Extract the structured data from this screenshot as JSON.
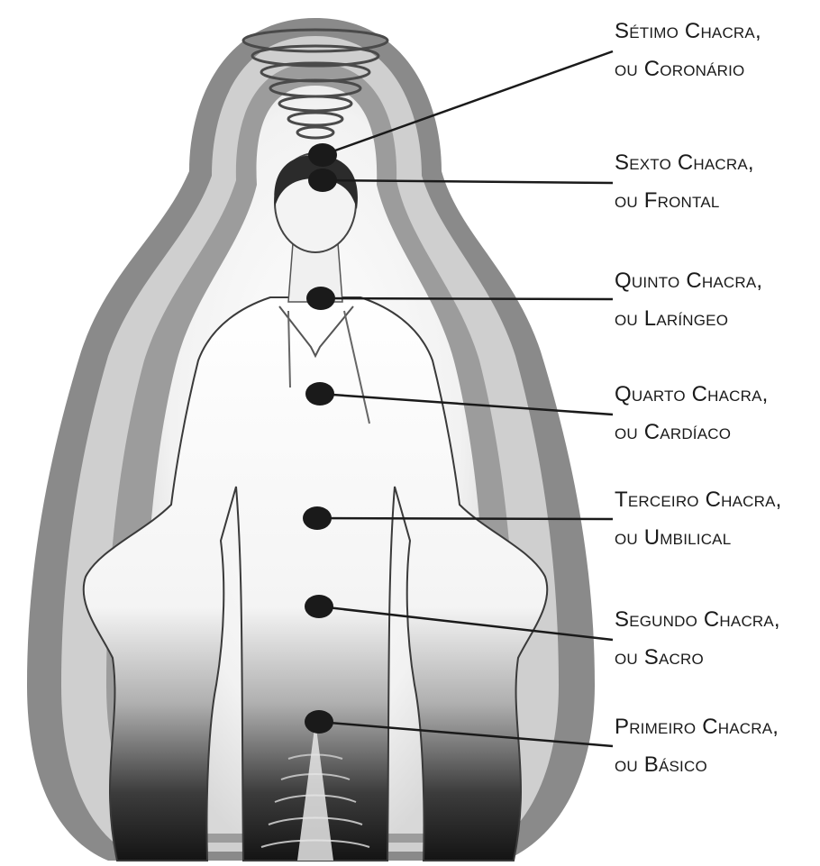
{
  "diagram": {
    "chakras": [
      {
        "id": "setimo",
        "line1": "Sétimo Chacra,",
        "line2": "ou Coronário"
      },
      {
        "id": "sexto",
        "line1": "Sexto Chacra,",
        "line2": "ou Frontal"
      },
      {
        "id": "quinto",
        "line1": "Quinto Chacra,",
        "line2": "ou Laríngeo"
      },
      {
        "id": "quarto",
        "line1": "Quarto Chacra,",
        "line2": "ou Cardíaco"
      },
      {
        "id": "terceiro",
        "line1": "Terceiro Chacra,",
        "line2": "ou Umbilical"
      },
      {
        "id": "segundo",
        "line1": "Segundo Chacra,",
        "line2": "ou Sacro"
      },
      {
        "id": "primeiro",
        "line1": "Primeiro Chacra,",
        "line2": "ou Básico"
      }
    ],
    "colors": {
      "dot": "#1a1a1a",
      "line": "#1a1a1a",
      "aura_outer": "#7a7a7a",
      "aura_mid": "#c8c8c8",
      "aura_inner": "#eeeeee",
      "body_dark": "#2a2a2a"
    }
  }
}
